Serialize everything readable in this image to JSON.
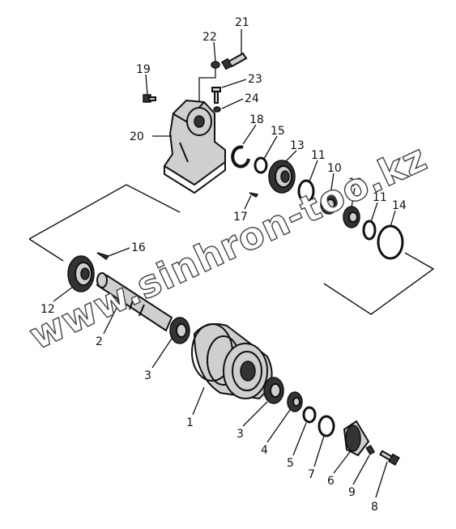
{
  "watermark": "www.sinhron-too.kz",
  "labels": {
    "p1": "1",
    "p2": "2",
    "p3a": "3",
    "p3b": "3",
    "p4": "4",
    "p5": "5",
    "p6": "6",
    "p7": "7",
    "p8": "8",
    "p9": "9",
    "p10a": "10",
    "p10b": "10",
    "p11a": "11",
    "p11b": "11",
    "p12": "12",
    "p13": "13",
    "p14": "14",
    "p15": "15",
    "p16": "16",
    "p17": "17",
    "p18": "18",
    "p19": "19",
    "p20": "20",
    "p21": "21",
    "p22": "22",
    "p23": "23",
    "p24": "24"
  }
}
